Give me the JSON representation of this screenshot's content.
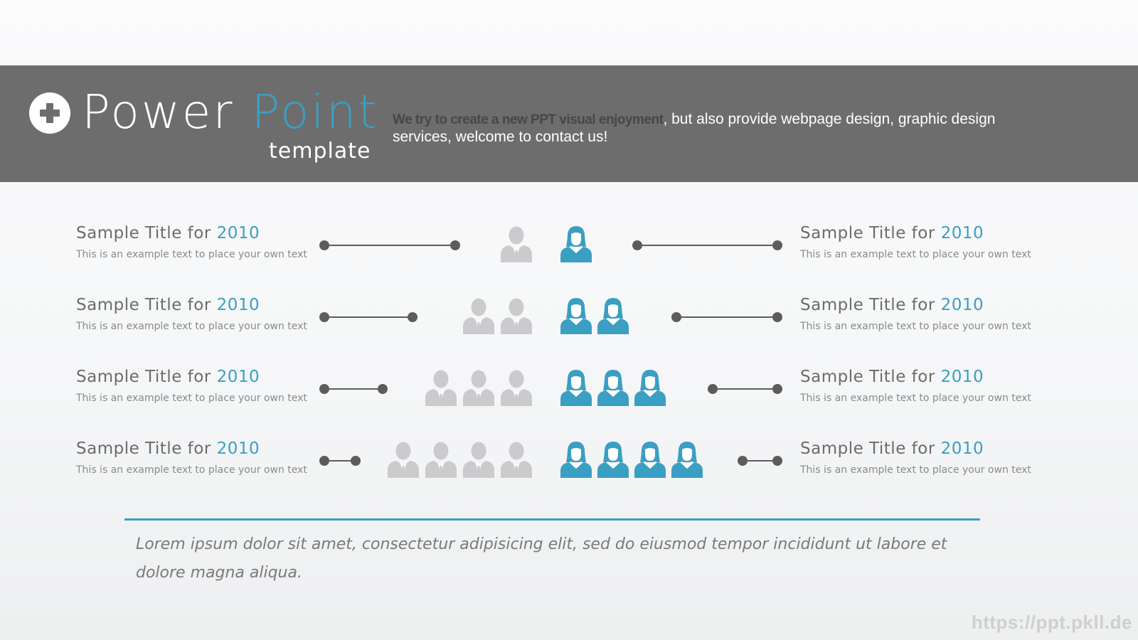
{
  "header": {
    "title_main": "Power",
    "title_accent": "Point",
    "subtitle": "template",
    "tagline_bold": "We try to create a new PPT visual enjoyment",
    "tagline_rest": ", but also provide webpage design, graphic design services, welcome to contact us!",
    "icon": "plus-icon"
  },
  "rows": [
    {
      "left": {
        "title": "Sample Title for ",
        "year": "2010",
        "desc": "This is an example text to place your own text"
      },
      "right": {
        "title": "Sample Title for ",
        "year": "2010",
        "desc": "This is an example text to place your own text"
      },
      "male_count": 1,
      "female_count": 1
    },
    {
      "left": {
        "title": "Sample Title for ",
        "year": "2010",
        "desc": "This is an example text to place your own text"
      },
      "right": {
        "title": "Sample Title for ",
        "year": "2010",
        "desc": "This is an example text to place your own text"
      },
      "male_count": 2,
      "female_count": 2
    },
    {
      "left": {
        "title": "Sample Title for ",
        "year": "2010",
        "desc": "This is an example text to place your own text"
      },
      "right": {
        "title": "Sample Title for ",
        "year": "2010",
        "desc": "This is an example text to place your own text"
      },
      "male_count": 3,
      "female_count": 3
    },
    {
      "left": {
        "title": "Sample Title for ",
        "year": "2010",
        "desc": "This is an example text to place your own text"
      },
      "right": {
        "title": "Sample Title for ",
        "year": "2010",
        "desc": "This is an example text to place your own text"
      },
      "male_count": 4,
      "female_count": 4
    }
  ],
  "icons": {
    "male": "male-person-icon",
    "female": "female-person-icon"
  },
  "colors": {
    "accent": "#3a9fc3",
    "banner": "#6d6d6d",
    "male_icon": "#cbcbcd",
    "female_icon": "#3a9fc3",
    "connector": "#5c5c5c"
  },
  "quote": "Lorem ipsum dolor sit amet, consectetur adipisicing elit, sed do eiusmod tempor incididunt ut labore et dolore magna aliqua.",
  "watermark": "https://ppt.pkll.de"
}
